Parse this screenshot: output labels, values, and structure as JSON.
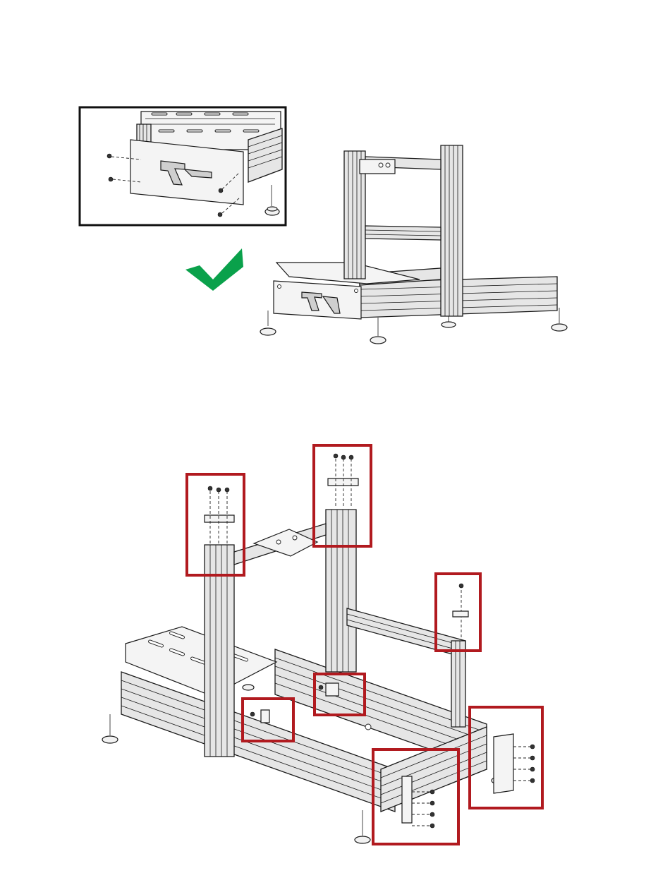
{
  "colors": {
    "check": "#0aa14b",
    "highlight": "#b11a1f",
    "inset_border": "#111111",
    "line": "#1a1a1a"
  },
  "icons": {
    "check": "check-icon"
  },
  "figures": {
    "top": {
      "inset": "pedal-plate-bracket-detail",
      "result": "assembled-frame-with-front-bracket"
    },
    "bottom": {
      "exploded": "frame-exploded-view",
      "highlight_count": 7
    }
  }
}
